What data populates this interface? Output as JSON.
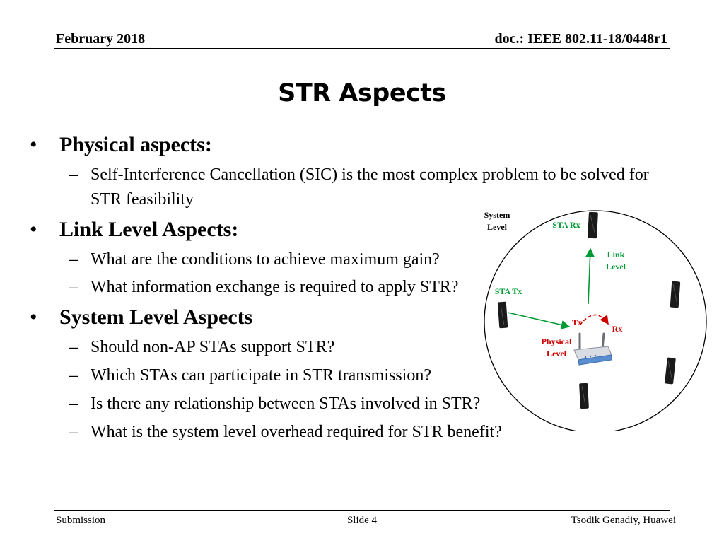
{
  "header": {
    "date": "February 2018",
    "doc": "doc.: IEEE 802.11-18/0448r1"
  },
  "title": "STR Aspects",
  "sections": [
    {
      "heading": "Physical aspects:",
      "items": [
        "Self-Interference Cancellation (SIC) is the most complex problem to be solved for STR feasibility"
      ]
    },
    {
      "heading": "Link Level Aspects:",
      "items": [
        "What are the conditions to achieve maximum gain?",
        "What information exchange is required to apply STR?"
      ]
    },
    {
      "heading": "System Level Aspects",
      "items": [
        "Should non-AP STAs support STR?",
        "Which STAs can participate in STR transmission?",
        "Is there any relationship between STAs involved in STR?",
        "What is the system level overhead required for STR benefit?"
      ]
    }
  ],
  "bullet_glyph": "•",
  "dash_glyph": "–",
  "diagram": {
    "system_level": [
      "System",
      "Level"
    ],
    "sta_rx": "STA Rx",
    "link_level": [
      "Link",
      "Level"
    ],
    "sta_tx": "STA Tx",
    "tx": "Tx",
    "rx": "Rx",
    "physical_level": [
      "Physical",
      "Level"
    ],
    "colors": {
      "green": "#009933",
      "red": "#cc0000",
      "text": "#000000"
    }
  },
  "footer": {
    "left": "Submission",
    "center": "Slide 4",
    "right": "Tsodik Genadiy, Huawei"
  }
}
